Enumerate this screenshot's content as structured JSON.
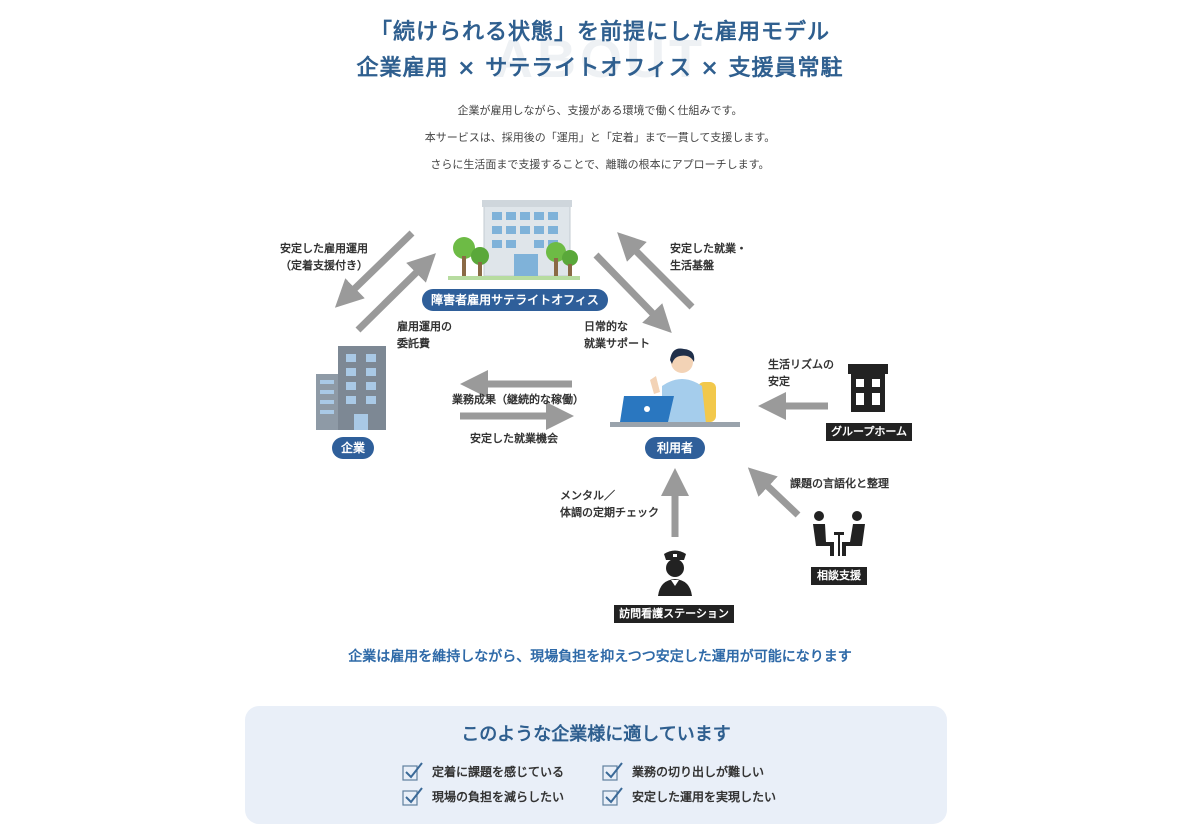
{
  "header": {
    "watermark": "ABOUT",
    "title_line1": "「続けられる状態」を前提にした雇用モデル",
    "title_line2": "企業雇用 × サテライトオフィス × 支援員常駐"
  },
  "intro": [
    "企業が雇用しながら、支援がある環境で働く仕組みです。",
    "本サービスは、採用後の「運用」と「定着」まで一貫して支援します。",
    "さらに生活面まで支援することで、離職の根本にアプローチします。"
  ],
  "nodes": {
    "office": {
      "label": "障害者雇用サテライトオフィス",
      "icon": "office-building-icon"
    },
    "company": {
      "label": "企業",
      "icon": "company-building-icon"
    },
    "user": {
      "label": "利用者",
      "icon": "worker-at-laptop-icon"
    },
    "group_home": {
      "label": "グループホーム",
      "icon": "house-icon"
    },
    "consult": {
      "label": "相談支援",
      "icon": "consultation-icon"
    },
    "nursing": {
      "label": "訪問看護ステーション",
      "icon": "nurse-icon"
    }
  },
  "edges": {
    "office_to_company": "安定した雇用運用\n（定着支援付き）",
    "company_to_office": "雇用運用の\n委託費",
    "office_to_user": "日常的な\n就業サポート",
    "user_to_office": "安定した就業・\n生活基盤",
    "user_to_company": "業務成果（継続的な稼働）",
    "company_to_user": "安定した就業機会",
    "grouphome_to_user": "生活リズムの\n安定",
    "consult_to_user": "課題の言語化と整理",
    "nursing_to_user": "メンタル／\n体調の定期チェック"
  },
  "conclusion": "企業は雇用を維持しながら、現場負担を抑えつつ安定した運用が可能になります",
  "suitability": {
    "title": "このような企業様に適しています",
    "items": [
      "定着に課題を感じている",
      "業務の切り出しが難しい",
      "現場の負担を減らしたい",
      "安定した運用を実現したい"
    ]
  },
  "colors": {
    "accent": "#2f5f9a",
    "title": "#2f5f8f",
    "arrow": "#9a9a9a",
    "panel": "#e9eff8"
  }
}
